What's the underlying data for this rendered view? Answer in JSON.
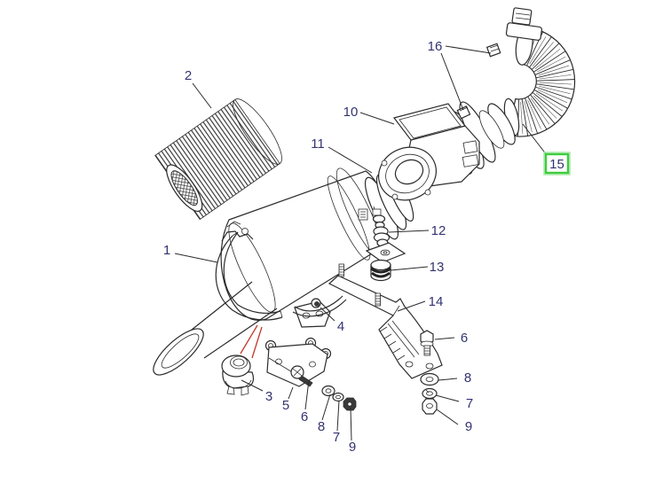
{
  "page": {
    "background_color": "#ffffff"
  },
  "diagram": {
    "colors": {
      "label": "#333371",
      "line": "#2b2b2b",
      "highlight_border": "#3ecc3e",
      "highlight_halo": "#a8e8a8",
      "highlight_fill": "#fdfffd",
      "red_leader": "#c0392b",
      "background": "#ffffff"
    },
    "highlighted_callout": "15",
    "callouts": [
      {
        "number": "1"
      },
      {
        "number": "2"
      },
      {
        "number": "3"
      },
      {
        "number": "4"
      },
      {
        "number": "5"
      },
      {
        "number": "6"
      },
      {
        "number": "7"
      },
      {
        "number": "8"
      },
      {
        "number": "9"
      },
      {
        "number": "6"
      },
      {
        "number": "7"
      },
      {
        "number": "8"
      },
      {
        "number": "9"
      },
      {
        "number": "10"
      },
      {
        "number": "11"
      },
      {
        "number": "12"
      },
      {
        "number": "13"
      },
      {
        "number": "14"
      },
      {
        "number": "15"
      },
      {
        "number": "16"
      }
    ]
  }
}
